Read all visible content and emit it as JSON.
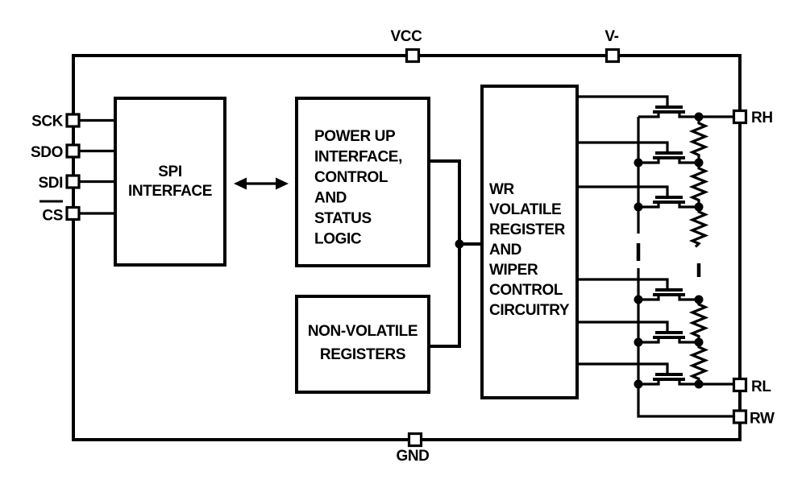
{
  "colors": {
    "ink": "#000000",
    "background": "#ffffff"
  },
  "pins": {
    "vcc": "VCC",
    "v_minus": "V-",
    "gnd": "GND",
    "sck": "SCK",
    "sdo": "SDO",
    "sdi": "SDI",
    "cs": "CS",
    "rh": "RH",
    "rl": "RL",
    "rw": "RW"
  },
  "blocks": {
    "spi_interface": {
      "lines": [
        "SPI",
        "INTERFACE"
      ]
    },
    "power_up": {
      "lines": [
        "POWER UP",
        "INTERFACE,",
        "CONTROL",
        "AND",
        "STATUS",
        "LOGIC"
      ]
    },
    "non_volatile": {
      "lines": [
        "NON-VOLATILE",
        "REGISTERS"
      ]
    },
    "wiper_control": {
      "lines": [
        "WR",
        "VOLATILE",
        "REGISTER",
        "AND",
        "WIPER",
        "CONTROL",
        "CIRCUITRY"
      ]
    }
  }
}
